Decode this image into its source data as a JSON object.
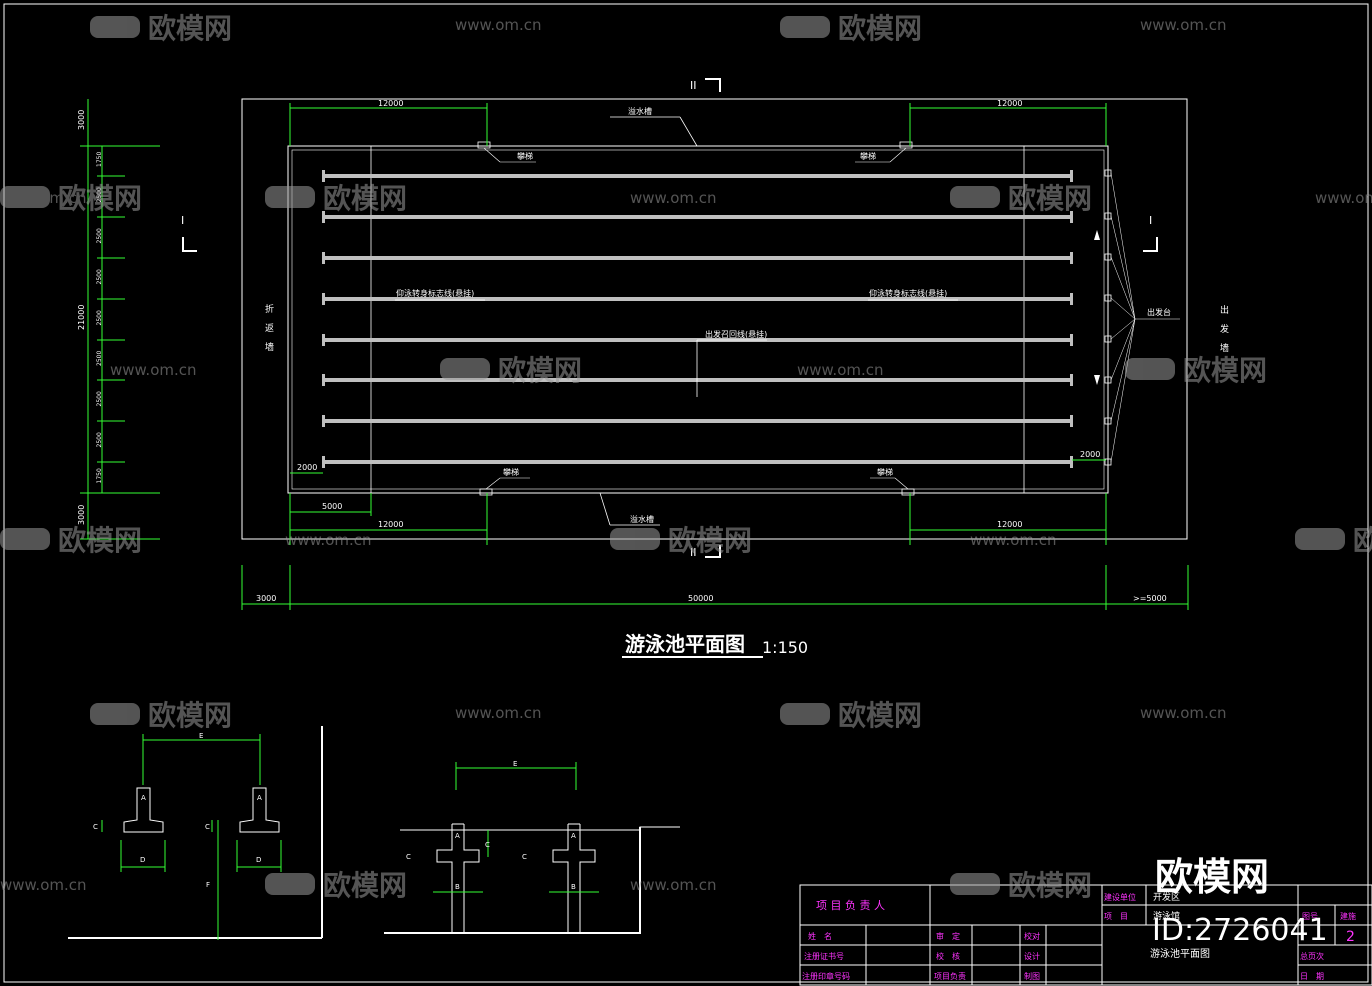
{
  "dimensions": {
    "top_left": "12000",
    "top_right": "12000",
    "bottom_left": "12000",
    "bottom_right": "12000",
    "inner_left_bottom": "5000",
    "small_left": "2000",
    "small_right": "2000",
    "overall_left": "3000",
    "overall_mid": "50000",
    "overall_right": ">=5000",
    "vert_top": "3000",
    "vert_mid": "21000",
    "vert_bottom": "3000",
    "lane_widths": [
      "1750",
      "2500",
      "2500",
      "2500",
      "2500",
      "2500",
      "2500",
      "2500",
      "1750"
    ]
  },
  "labels": {
    "overflow_top": "溢水槽",
    "overflow_bottom": "溢水槽",
    "ladder_tl": "攀梯",
    "ladder_tr": "攀梯",
    "ladder_bl": "攀梯",
    "ladder_br": "攀梯",
    "marker_left": "仰泳转身标志线(悬挂)",
    "marker_right": "仰泳转身标志线(悬挂)",
    "false_start": "出发召回线(悬挂)",
    "turn_wall": [
      "折",
      "返",
      "墙"
    ],
    "start_wall": [
      "出",
      "发",
      "墙"
    ],
    "start_platform": "出发台",
    "section_marks": [
      "II",
      "II",
      "I",
      "I"
    ]
  },
  "title": {
    "main": "游泳池平面图",
    "scale": "1:150"
  },
  "details": {
    "left": {
      "E": "E",
      "A1": "A",
      "A2": "A",
      "C1": "C",
      "C2": "C",
      "D1": "D",
      "D2": "D",
      "F": "F"
    },
    "right": {
      "E": "E",
      "A1": "A",
      "A2": "A",
      "C1": "C",
      "C2": "C",
      "C3": "C",
      "B1": "B",
      "B2": "B"
    }
  },
  "titleblock": {
    "project_lead": "项 目 负 责 人",
    "name": "姓　名",
    "reg_no": "注册证书号",
    "reg_seal": "注册印章号码",
    "review": "审　定",
    "check": "校　核",
    "project_owner": "项目负责",
    "proof": "校对",
    "design": "设计",
    "drawing": "制图",
    "client": "建设单位",
    "client_value": "开发区",
    "project": "项　目",
    "project_value": "游泳馆",
    "drawing_title": "游泳池平面图",
    "discipline": "建施",
    "number": "2",
    "sheet_label": "图号",
    "total_sheets": "总页次",
    "date_label": "日　期"
  },
  "watermark": {
    "brand": "欧模网",
    "url": "www.om.cn",
    "id": "ID:2726041"
  },
  "colors": {
    "background": "#000000",
    "line": "#ffffff",
    "dimension": "#33ff33",
    "lane": "#bfbfbf",
    "titleblock_text": "#ff33ff",
    "watermark": "#9a9a9a"
  }
}
